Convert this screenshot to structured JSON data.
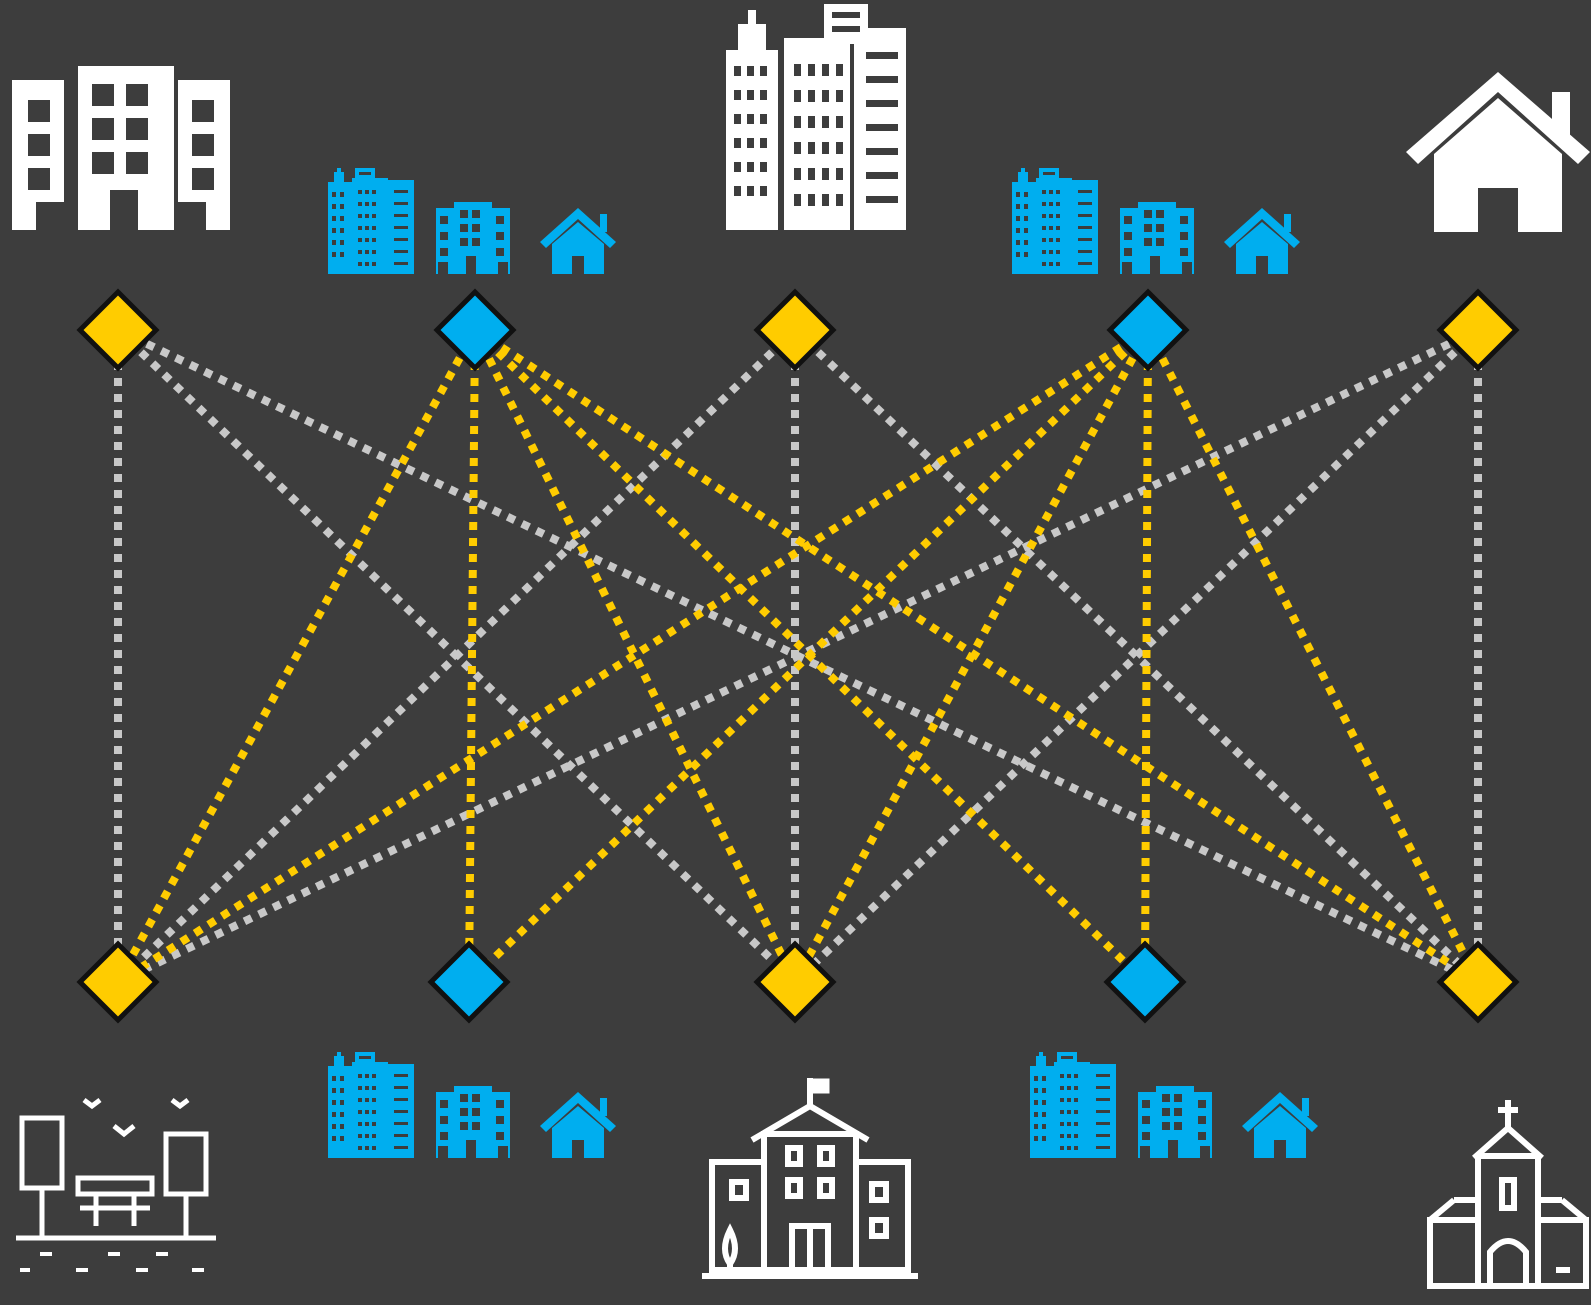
{
  "colors": {
    "background": "#3d3d3d",
    "yellow": "#ffcc00",
    "blue": "#00aeef",
    "gray_link": "#c8c8c8",
    "white_icon": "#ffffff",
    "outline": "#111111"
  },
  "nodes": {
    "top": [
      {
        "id": "t1",
        "kind": "yellow",
        "icon": "office-building-icon"
      },
      {
        "id": "t2",
        "kind": "blue",
        "icon": "mixed-buildings-icon"
      },
      {
        "id": "t3",
        "kind": "yellow",
        "icon": "skyscrapers-icon"
      },
      {
        "id": "t4",
        "kind": "blue",
        "icon": "mixed-buildings-icon"
      },
      {
        "id": "t5",
        "kind": "yellow",
        "icon": "house-icon"
      }
    ],
    "bottom": [
      {
        "id": "b1",
        "kind": "yellow",
        "icon": "park-icon"
      },
      {
        "id": "b2",
        "kind": "blue",
        "icon": "mixed-buildings-icon"
      },
      {
        "id": "b3",
        "kind": "yellow",
        "icon": "school-icon"
      },
      {
        "id": "b4",
        "kind": "blue",
        "icon": "mixed-buildings-icon"
      },
      {
        "id": "b5",
        "kind": "yellow",
        "icon": "church-icon"
      }
    ]
  },
  "links": [
    {
      "from": "t1",
      "to": "b1",
      "color": "gray"
    },
    {
      "from": "t1",
      "to": "b3",
      "color": "gray"
    },
    {
      "from": "t1",
      "to": "b5",
      "color": "gray"
    },
    {
      "from": "t2",
      "to": "b1",
      "color": "yellow"
    },
    {
      "from": "t2",
      "to": "b2",
      "color": "yellow"
    },
    {
      "from": "t2",
      "to": "b3",
      "color": "yellow"
    },
    {
      "from": "t2",
      "to": "b4",
      "color": "yellow"
    },
    {
      "from": "t2",
      "to": "b5",
      "color": "yellow"
    },
    {
      "from": "t3",
      "to": "b1",
      "color": "gray"
    },
    {
      "from": "t3",
      "to": "b3",
      "color": "gray"
    },
    {
      "from": "t3",
      "to": "b5",
      "color": "gray"
    },
    {
      "from": "t4",
      "to": "b1",
      "color": "yellow"
    },
    {
      "from": "t4",
      "to": "b2",
      "color": "yellow"
    },
    {
      "from": "t4",
      "to": "b3",
      "color": "yellow"
    },
    {
      "from": "t4",
      "to": "b4",
      "color": "yellow"
    },
    {
      "from": "t4",
      "to": "b5",
      "color": "yellow"
    },
    {
      "from": "t5",
      "to": "b1",
      "color": "gray"
    },
    {
      "from": "t5",
      "to": "b3",
      "color": "gray"
    },
    {
      "from": "t5",
      "to": "b5",
      "color": "gray"
    }
  ]
}
